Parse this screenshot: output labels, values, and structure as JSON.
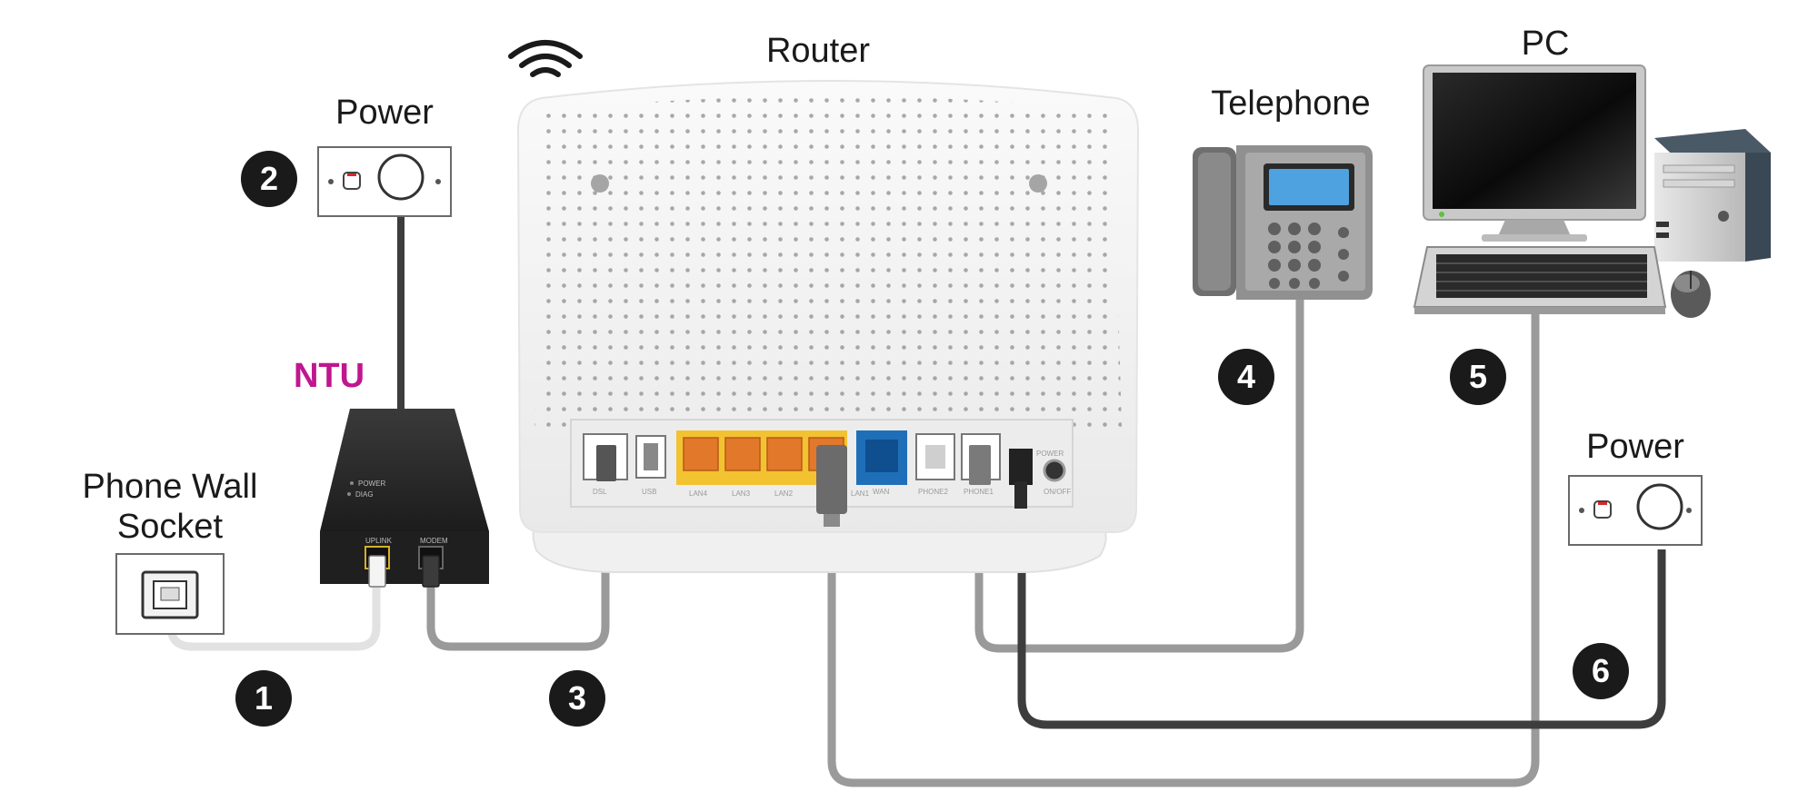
{
  "labels": {
    "router": "Router",
    "power_top": "Power",
    "telephone": "Telephone",
    "pc": "PC",
    "ntu": "NTU",
    "phone_wall_socket": "Phone Wall\nSocket",
    "power_right": "Power"
  },
  "steps": [
    "1",
    "2",
    "3",
    "4",
    "5",
    "6"
  ],
  "ntu_panel": {
    "led_power": "POWER",
    "led_diag": "DIAG",
    "port_uplink": "UPLINK",
    "port_modem": "MODEM"
  },
  "router_ports": [
    "DSL",
    "USB",
    "LAN4",
    "LAN3",
    "LAN2",
    "LAN1",
    "WAN",
    "PHONE2",
    "PHONE1",
    "POWER",
    "ON/OFF"
  ],
  "colors": {
    "ntu_label": "#c0168f",
    "lan_ports": "#f2c230",
    "wan_port": "#1f6fb8",
    "cable_grey": "#9a9a9a",
    "cable_dark": "#3d3d3d",
    "cable_light": "#e2e2e2",
    "step_badge": "#1a1a1a"
  }
}
